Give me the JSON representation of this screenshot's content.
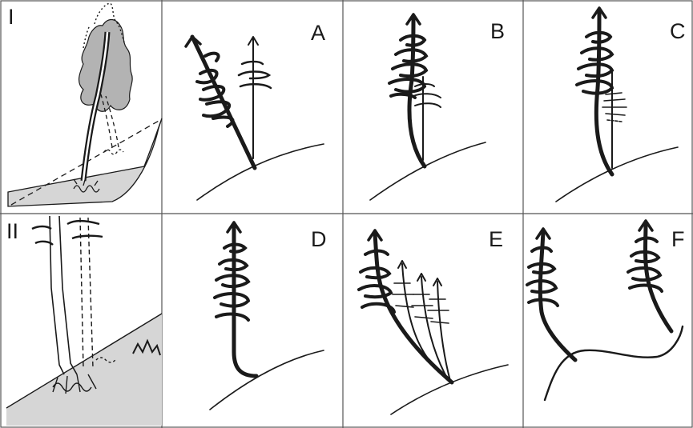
{
  "panels": {
    "I": {
      "label": "I"
    },
    "A": {
      "label": "A"
    },
    "B": {
      "label": "B"
    },
    "C": {
      "label": "C"
    },
    "II": {
      "label": "II"
    },
    "D": {
      "label": "D"
    },
    "E": {
      "label": "E"
    },
    "F": {
      "label": "F"
    }
  },
  "colors": {
    "ink": "#1a1a1a",
    "grid": "#555555",
    "ground_fill": "#d6d6d6",
    "canopy_fill": "#b3b3b3"
  }
}
